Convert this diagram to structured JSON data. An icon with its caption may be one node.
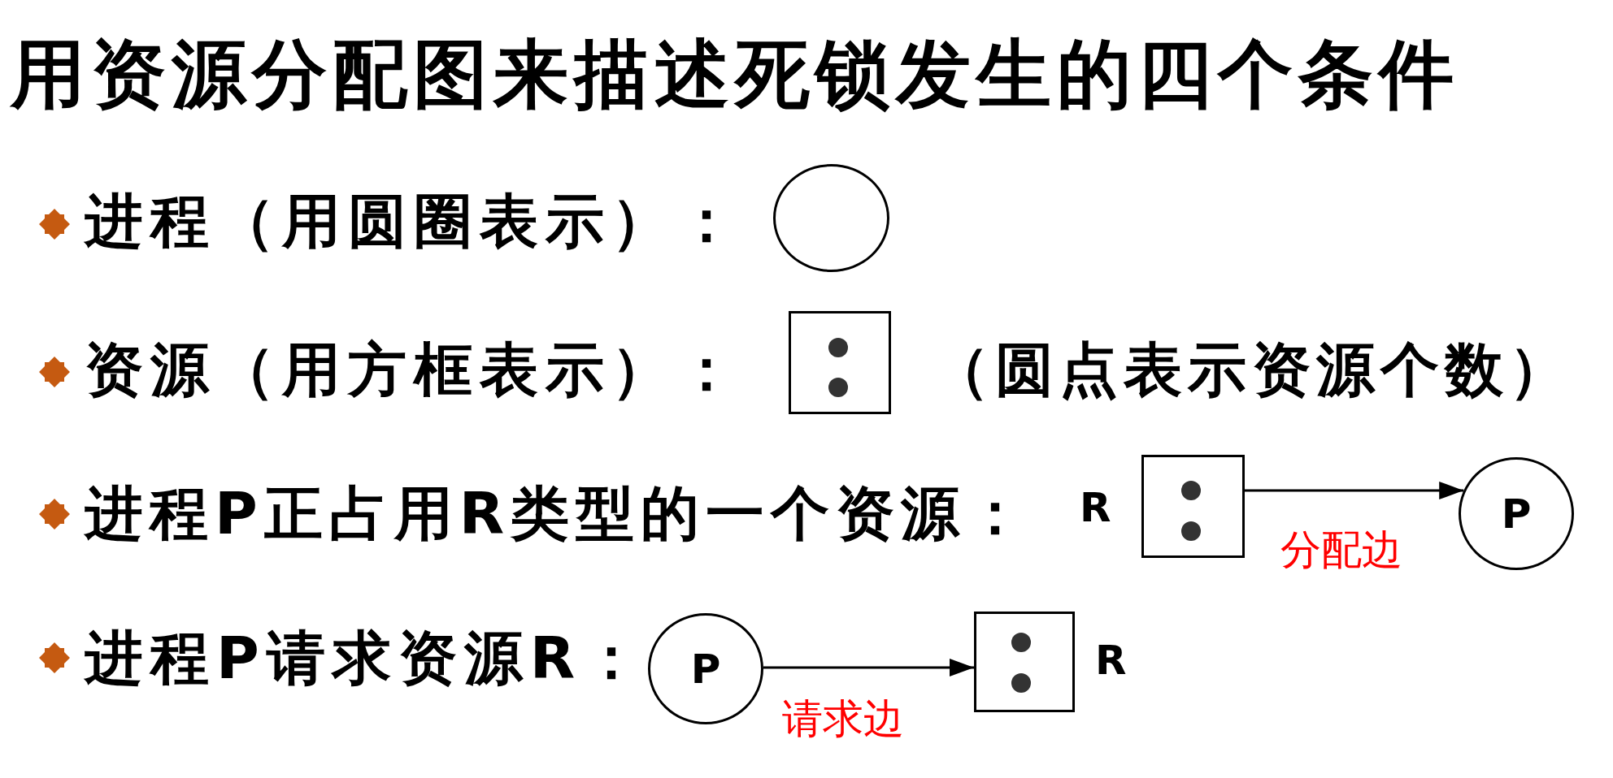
{
  "diagram": {
    "title": "用资源分配图来描述死锁发生的四个条件",
    "nodes": [
      {
        "text": [],
        "shape": "circle"
      },
      {
        "text": [],
        "shape": "box"
      },
      {
        "text": [],
        "shape": "box",
        "beside": [
          "R"
        ]
      },
      {
        "text": [
          "P"
        ]
      },
      {
        "text": [
          "P"
        ]
      },
      {
        "text": [],
        "shape": "box",
        "beside": [
          "R"
        ]
      }
    ],
    "edges": [
      {
        "from": 2,
        "to": 3,
        "arrow": "to",
        "label": "分配边"
      },
      {
        "from": 4,
        "to": 5,
        "arrow": "to",
        "label": "请求边"
      }
    ],
    "labels": [
      "进程（用圆圈表示）：",
      "资源（用方框表示）：",
      "（圆点表示资源个数）",
      "进程P正占用R类型的一个资源：",
      "进程P请求资源R："
    ]
  }
}
